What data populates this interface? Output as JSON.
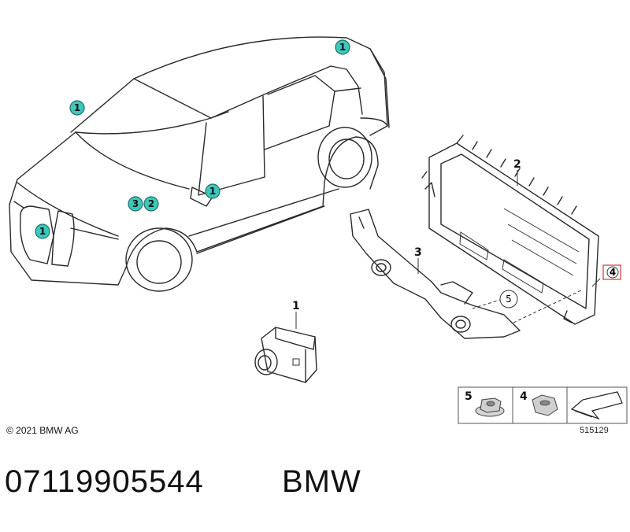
{
  "diagram": {
    "vehicle_callouts": [
      "1",
      "1",
      "1",
      "1",
      "3",
      "2"
    ],
    "part_labels": {
      "p1": "1",
      "p2": "2",
      "p3": "3",
      "p4": "4",
      "p5": "5"
    },
    "legend": {
      "item5": "5",
      "item4": "4"
    },
    "diagram_number": "515129",
    "copyright": "© 2021 BMW AG"
  },
  "footer": {
    "part_number": "07119905544",
    "brand": "BMW"
  }
}
